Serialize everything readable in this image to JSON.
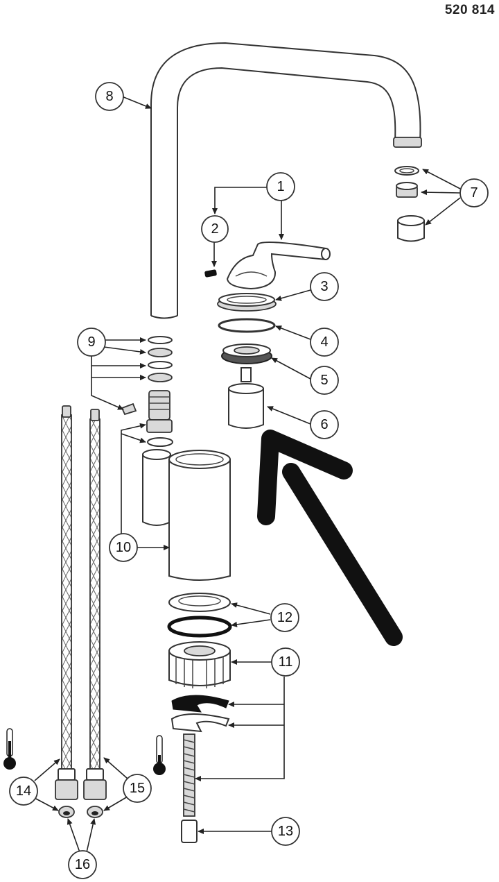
{
  "part_number": "520 814",
  "callouts": [
    {
      "id": "1",
      "label": "1"
    },
    {
      "id": "2",
      "label": "2"
    },
    {
      "id": "3",
      "label": "3"
    },
    {
      "id": "4",
      "label": "4"
    },
    {
      "id": "5",
      "label": "5"
    },
    {
      "id": "6",
      "label": "6"
    },
    {
      "id": "7",
      "label": "7"
    },
    {
      "id": "8",
      "label": "8"
    },
    {
      "id": "9",
      "label": "9"
    },
    {
      "id": "10",
      "label": "10"
    },
    {
      "id": "11",
      "label": "11"
    },
    {
      "id": "12",
      "label": "12"
    },
    {
      "id": "13",
      "label": "13"
    },
    {
      "id": "14",
      "label": "14"
    },
    {
      "id": "15",
      "label": "15"
    },
    {
      "id": "16",
      "label": "16"
    }
  ],
  "highlight_arrow": {
    "color": "#111111",
    "target": "6"
  },
  "icons": [
    "thermometer-hot-icon",
    "thermometer-cold-icon"
  ]
}
